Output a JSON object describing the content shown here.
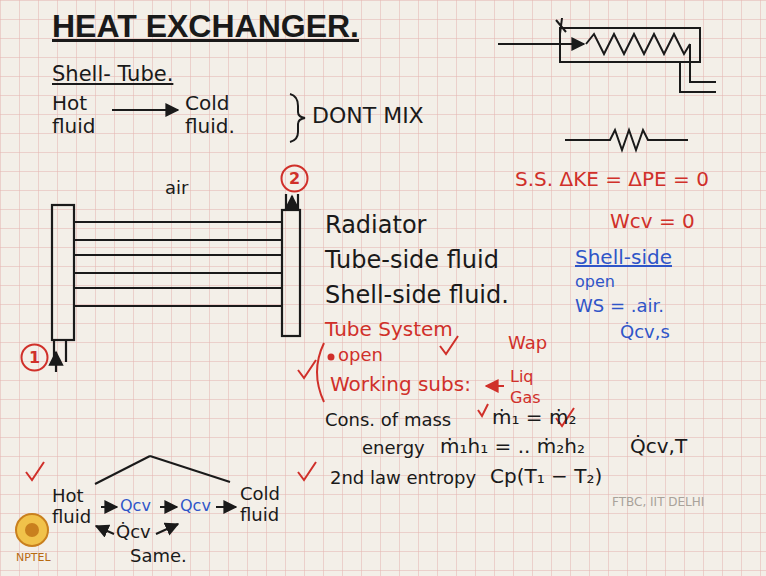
{
  "diagram": {
    "title": "HEAT EXCHANGER.",
    "nodes": [
      {
        "text": [
          "2"
        ]
      },
      {
        "text": [
          "1"
        ]
      }
    ],
    "labels": [
      "Shell- Tube.",
      "Hot fluid",
      "Cold fluid.",
      "DONT MIX",
      "air",
      "Radiator",
      "Tube-side fluid",
      "Shell-side fluid.",
      "S.S. ΔKE = ΔPE = 0",
      "Wcv = 0",
      "Shell-side",
      "open",
      "WS = .air.",
      "Q̇cv,s",
      "Tube System",
      "open",
      "Working subs:",
      "Wap",
      "Liq",
      "Gas",
      "Cons. of mass",
      "ṁ₁ = ṁ₂",
      "energy",
      "ṁ₁h₁ = .. ṁ₂h₂",
      "Q̇cv,T",
      "2nd law entropy",
      "Cp(T₁ − T₂)",
      "Hot fluid",
      "Qcv",
      "Qcv",
      "Cold fluid",
      "Q̇cv",
      "Same.",
      "FTBC, IIT DELHI",
      "NPTEL"
    ]
  }
}
